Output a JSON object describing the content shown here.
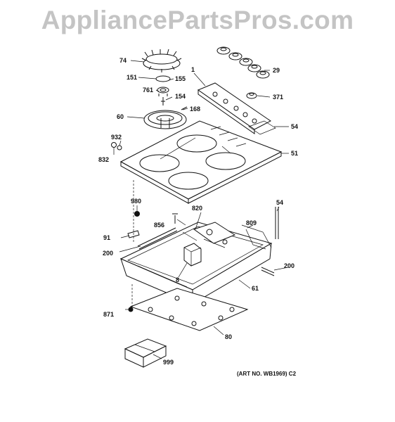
{
  "watermark": "AppliancePartsPros.com",
  "art_number": "(ART NO. WB1969) C2",
  "callouts": {
    "c74": "74",
    "c151": "151",
    "c155": "155",
    "c761": "761",
    "c154": "154",
    "c168": "168",
    "c60": "60",
    "c1": "1",
    "c29": "29",
    "c371": "371",
    "c54a": "54",
    "c51": "51",
    "c932": "932",
    "c832": "832",
    "c980": "980",
    "c820": "820",
    "c856": "856",
    "c54b": "54",
    "c809": "809",
    "c91": "91",
    "c200a": "200",
    "c200b": "200",
    "c8": "8",
    "c61": "61",
    "c871": "871",
    "c80": "80",
    "c999": "999"
  }
}
